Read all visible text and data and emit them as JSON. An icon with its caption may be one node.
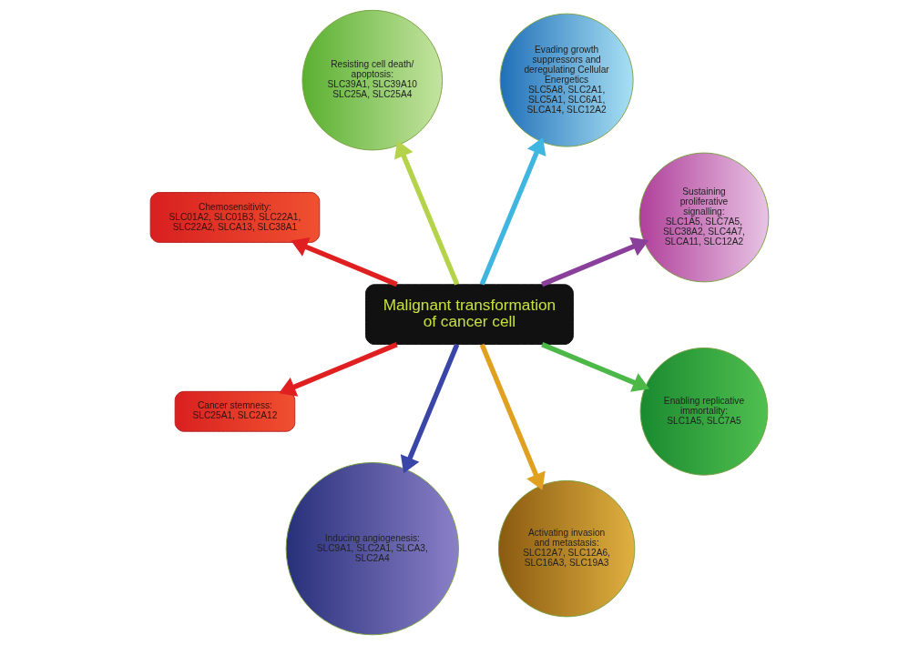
{
  "diagram": {
    "nodes": [
      {
        "text": [
          "Sustaining proliferative signalling:",
          "SLC1A5, SLC7A5, SLC38A2, SLC4A7, SLCA11, SLC12A2"
        ]
      },
      {
        "text": [
          "Evading growth suppressors and deregulating Cellular Energetics",
          "SLC5A8, SLC2A1, SLC5A1, SLC6A1, SLCA14, SLC12A2"
        ]
      },
      {
        "text": [
          "Resisting cell death/ apoptosis:",
          "SLC39A1, SLC39A10 SLC25A, SLC25A4"
        ]
      },
      {
        "text": [
          "Chemosensitivity:",
          "SLC01A2, SLC01B3, SLC22A1, SLC22A2, SLCA13, SLC38A1"
        ]
      },
      {
        "text": [
          "Malignant transformation of cancer cell"
        ]
      },
      {
        "text": [
          "Cancer stemness:",
          "SLC25A1, SLC2A12"
        ]
      },
      {
        "text": [
          "Inducing angiogenesis:",
          "SLC9A1, SLC2A1, SLCA3, SLC2A4"
        ]
      },
      {
        "text": [
          "Activating invasion and metastasis:",
          "SLC12A7, SLC12A6, SLC16A3, SLC19A3"
        ]
      },
      {
        "text": [
          "Enabling replicative immortality:",
          "SLC1A5, SLC7A5"
        ]
      }
    ],
    "edges": [
      {
        "from": 4,
        "to": 0,
        "arrow": "to",
        "color": "#8a3f9a"
      },
      {
        "from": 4,
        "to": 1,
        "arrow": "to",
        "color": "#3fb6e0"
      },
      {
        "from": 4,
        "to": 2,
        "arrow": "to",
        "color": "#b5d34a"
      },
      {
        "from": 4,
        "to": 3,
        "arrow": "to",
        "color": "#e02020"
      },
      {
        "from": 4,
        "to": 5,
        "arrow": "to",
        "color": "#e02020"
      },
      {
        "from": 4,
        "to": 6,
        "arrow": "to",
        "color": "#3a45a8"
      },
      {
        "from": 4,
        "to": 7,
        "arrow": "to",
        "color": "#e0a020"
      },
      {
        "from": 4,
        "to": 8,
        "arrow": "to",
        "color": "#4cb848"
      }
    ]
  }
}
